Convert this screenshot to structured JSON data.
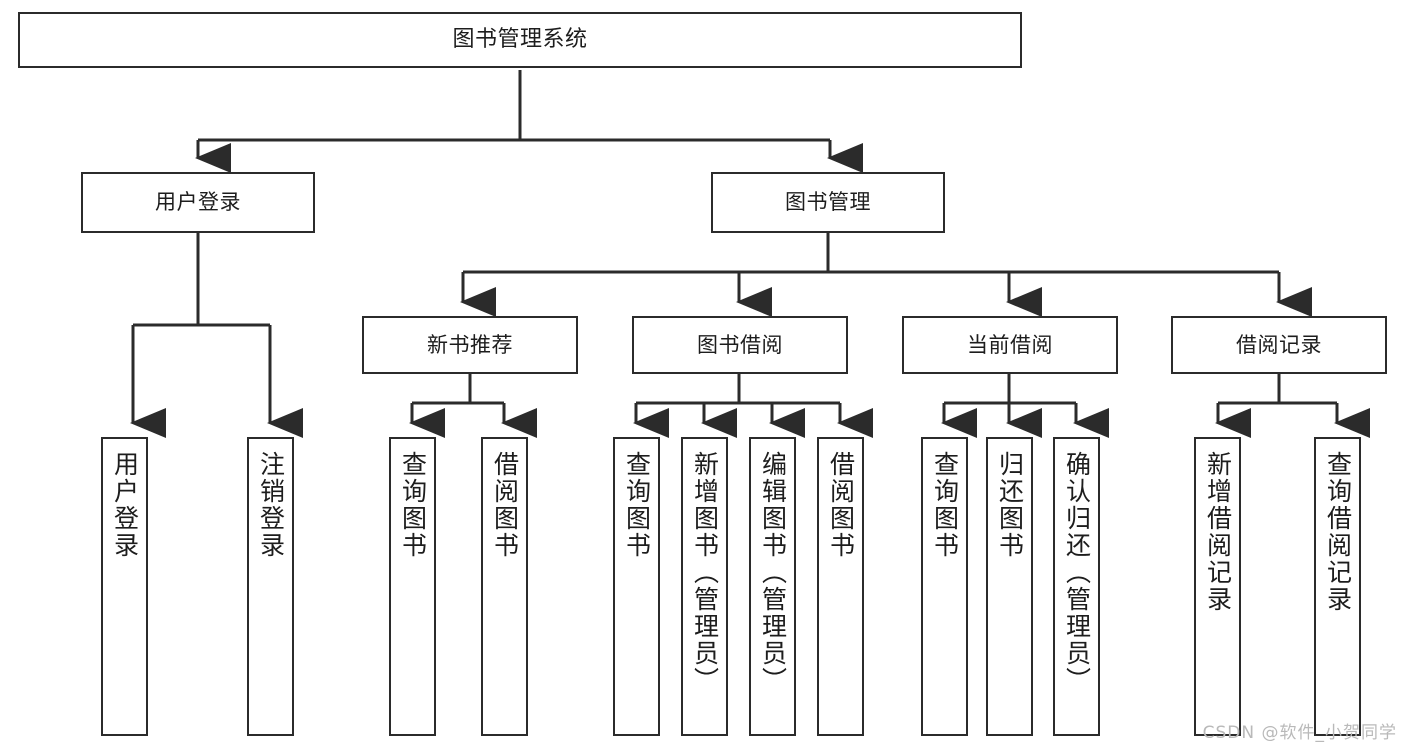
{
  "diagram": {
    "title": "图书管理系统",
    "type": "tree-hierarchy-chart",
    "watermark": "CSDN @软件_小贺同学",
    "colors": {
      "box_border": "#2b2b2b",
      "box_fill": "#ffffff",
      "edge": "#2b2b2b",
      "text": "#1d1d1d",
      "watermark": "#b9b9b9"
    },
    "nodes": {
      "root": {
        "label": "图书管理系统"
      },
      "level2": [
        {
          "id": "user-login",
          "label": "用户登录"
        },
        {
          "id": "book-management",
          "label": "图书管理"
        }
      ],
      "level3": [
        {
          "id": "new-book-recommend",
          "label": "新书推荐"
        },
        {
          "id": "book-borrow",
          "label": "图书借阅"
        },
        {
          "id": "current-borrow",
          "label": "当前借阅"
        },
        {
          "id": "borrow-record",
          "label": "借阅记录"
        }
      ],
      "leaves": {
        "user_login": [
          {
            "id": "leaf-user-login",
            "label": "用户登录"
          },
          {
            "id": "leaf-user-logout",
            "label": "注销登录"
          }
        ],
        "new_book_recommend": [
          {
            "id": "leaf-query-book-1",
            "label": "查询图书"
          },
          {
            "id": "leaf-borrow-book-1",
            "label": "借阅图书"
          }
        ],
        "book_borrow": [
          {
            "id": "leaf-query-book-2",
            "label": "查询图书"
          },
          {
            "id": "leaf-add-book",
            "label": "新增图书（管理员）"
          },
          {
            "id": "leaf-edit-book",
            "label": "编辑图书（管理员）"
          },
          {
            "id": "leaf-borrow-book-2",
            "label": "借阅图书"
          }
        ],
        "current_borrow": [
          {
            "id": "leaf-query-book-3",
            "label": "查询图书"
          },
          {
            "id": "leaf-return-book",
            "label": "归还图书"
          },
          {
            "id": "leaf-confirm-return",
            "label": "确认归还（管理员）"
          }
        ],
        "borrow_record": [
          {
            "id": "leaf-add-record",
            "label": "新增借阅记录"
          },
          {
            "id": "leaf-query-record",
            "label": "查询借阅记录"
          }
        ]
      }
    }
  }
}
